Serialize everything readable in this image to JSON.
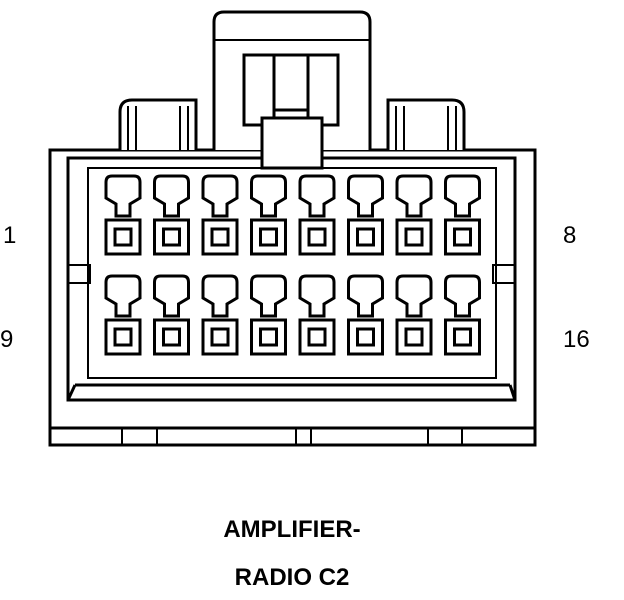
{
  "pin_labels": {
    "top_left": "1",
    "top_right": "8",
    "bottom_left": "9",
    "bottom_right": "16"
  },
  "caption": {
    "line1": "AMPLIFIER-",
    "line2": "RADIO C2"
  },
  "connector": {
    "rows": 2,
    "pins_per_row": 8,
    "line_color": "#000000",
    "background_color": "#ffffff"
  }
}
